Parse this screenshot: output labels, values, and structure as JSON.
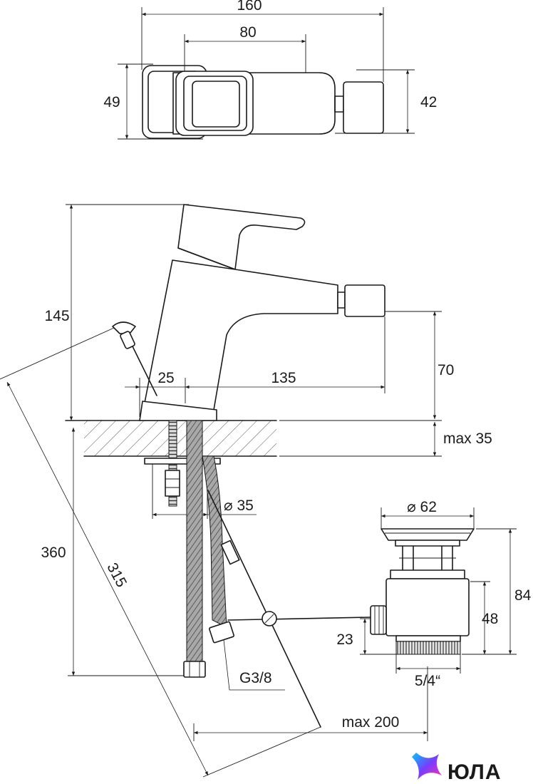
{
  "dimensions": {
    "top_width": "160",
    "top_handle_width": "80",
    "top_height_left": "49",
    "top_height_right": "42",
    "height_total": "145",
    "offset_25": "25",
    "spout_reach": "135",
    "spout_height": "70",
    "deck_max": "max 35",
    "hole_diameter": "⌀ 35",
    "hose_length": "360",
    "rod_length": "315",
    "waste_diameter": "⌀ 62",
    "waste_height_total": "84",
    "waste_height_body": "48",
    "waste_side_offset": "23",
    "waste_thread": "5/4“",
    "hose_thread": "G3/8",
    "rod_reach": "max 200"
  },
  "logo": {
    "text": "ЮЛА",
    "colors": [
      "#00c8ff",
      "#7a3cff",
      "#ff2fa5"
    ]
  }
}
